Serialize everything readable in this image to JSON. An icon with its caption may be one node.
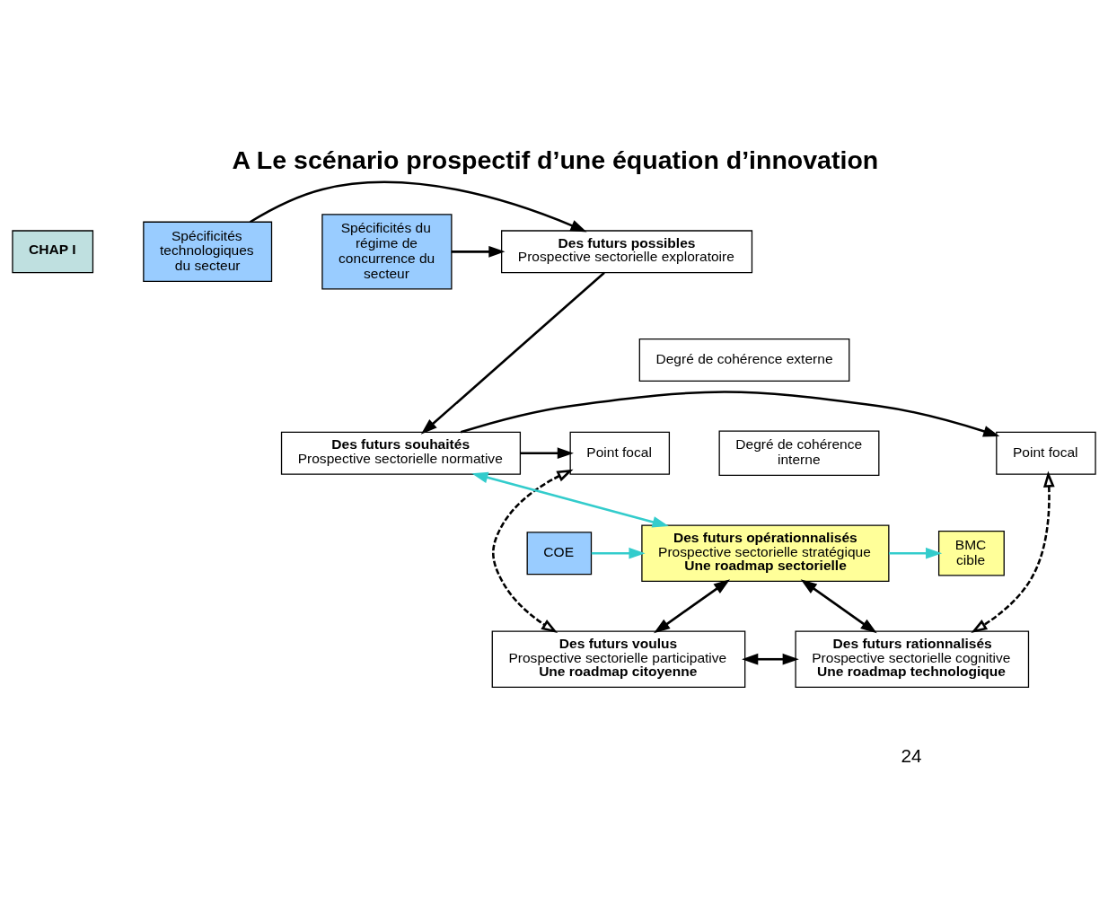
{
  "diagram": {
    "title": "A Le scénario prospectif d’une équation d’innovation",
    "nodes": [
      {
        "text": [
          "CHAP I"
        ]
      },
      {
        "text": [
          "Spécificités du régime de concurrence du secteur"
        ]
      },
      {
        "text": [
          "Des futurs possibles",
          "Prospective sectorielle exploratoire"
        ]
      },
      {
        "text": [
          "Spécificités technologiques du secteur"
        ]
      },
      {
        "text": [
          "Degré de cohérence externe"
        ]
      },
      {
        "text": [
          "Point focal"
        ]
      },
      {
        "text": [
          "Des futurs souhaités",
          "Prospective sectorielle normative"
        ]
      },
      {
        "text": [
          "Point focal"
        ]
      },
      {
        "text": [
          "Degré de cohérence interne"
        ]
      },
      {
        "text": [
          "COE"
        ]
      },
      {
        "text": [
          "Des futurs opérationnalisés",
          "Prospective sectorielle stratégique",
          "Une roadmap sectorielle"
        ]
      },
      {
        "text": [
          "BMC cible"
        ]
      },
      {
        "text": [
          "Des futurs voulus",
          "Prospective sectorielle participative",
          "Une roadmap citoyenne"
        ]
      },
      {
        "text": [
          "Des futurs rationnalisés",
          "Prospective sectorielle cognitive",
          "Une roadmap technologique"
        ]
      }
    ],
    "edges": [
      {
        "from": 1,
        "to": 2,
        "arrow": "to"
      },
      {
        "from": 3,
        "to": 2,
        "arrow": "to"
      },
      {
        "from": 2,
        "to": 6,
        "arrow": "to"
      },
      {
        "from": 6,
        "to": 5,
        "arrow": "to"
      },
      {
        "from": 6,
        "to": 7,
        "arrow": "to"
      },
      {
        "from": 6,
        "to": 10,
        "arrow": "both",
        "color": "#33cccc"
      },
      {
        "from": 9,
        "to": 10,
        "arrow": "to",
        "color": "#33cccc"
      },
      {
        "from": 10,
        "to": 11,
        "arrow": "to",
        "color": "#33cccc"
      },
      {
        "from": 5,
        "to": 12,
        "arrow": "both",
        "style": "dashed"
      },
      {
        "from": 7,
        "to": 13,
        "arrow": "both",
        "style": "dashed"
      },
      {
        "from": 10,
        "to": 12,
        "arrow": "both"
      },
      {
        "from": 10,
        "to": 13,
        "arrow": "both"
      },
      {
        "from": 12,
        "to": 13,
        "arrow": "both"
      }
    ],
    "labels": [
      "24"
    ]
  }
}
